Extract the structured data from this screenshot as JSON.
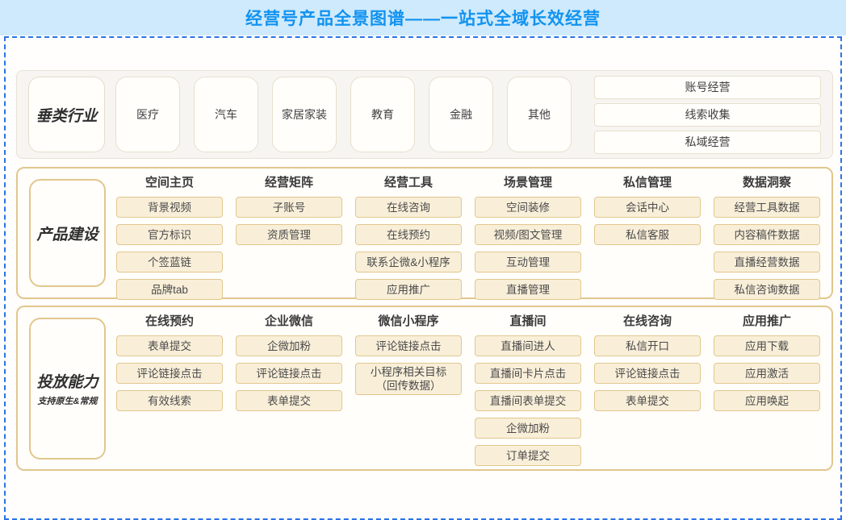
{
  "title": "经营号产品全景图谱——一站式全域长效经营",
  "colors": {
    "band_background": "#cfeafc",
    "title_blue": "#1193f0",
    "dashed_border_blue": "#2b72e8",
    "tan_border": "#e1c78d",
    "cream_fill": "#f9efd9",
    "industry_panel_fill": "#f6f5f1"
  },
  "industries_section": {
    "label": "垂类行业",
    "industries": [
      "医疗",
      "汽车",
      "家居家装",
      "教育",
      "金融",
      "其他"
    ],
    "goals": [
      "账号经营",
      "线索收集",
      "私域经营"
    ]
  },
  "product_section": {
    "label": "产品建设",
    "columns": [
      {
        "header": "空间主页",
        "items": [
          "背景视频",
          "官方标识",
          "个签蓝链",
          "品牌tab"
        ]
      },
      {
        "header": "经营矩阵",
        "items": [
          "子账号",
          "资质管理"
        ]
      },
      {
        "header": "经营工具",
        "items": [
          "在线咨询",
          "在线预约",
          "联系企微&小程序",
          "应用推广"
        ]
      },
      {
        "header": "场景管理",
        "items": [
          "空间装修",
          "视频/图文管理",
          "互动管理",
          "直播管理"
        ]
      },
      {
        "header": "私信管理",
        "items": [
          "会话中心",
          "私信客服"
        ]
      },
      {
        "header": "数据洞察",
        "items": [
          "经营工具数据",
          "内容稿件数据",
          "直播经营数据",
          "私信咨询数据"
        ]
      }
    ]
  },
  "delivery_section": {
    "label": "投放能力",
    "sublabel": "支持原生&常规",
    "columns": [
      {
        "header": "在线预约",
        "items": [
          "表单提交",
          "评论链接点击",
          "有效线索"
        ]
      },
      {
        "header": "企业微信",
        "items": [
          "企微加粉",
          "评论链接点击",
          "表单提交"
        ]
      },
      {
        "header": "微信小程序",
        "items": [
          "评论链接点击",
          "小程序相关目标\n（回传数据）"
        ]
      },
      {
        "header": "直播间",
        "items": [
          "直播间进人",
          "直播间卡片点击",
          "直播间表单提交",
          "企微加粉",
          "订单提交"
        ]
      },
      {
        "header": "在线咨询",
        "items": [
          "私信开口",
          "评论链接点击",
          "表单提交"
        ]
      },
      {
        "header": "应用推广",
        "items": [
          "应用下载",
          "应用激活",
          "应用唤起"
        ]
      }
    ]
  }
}
